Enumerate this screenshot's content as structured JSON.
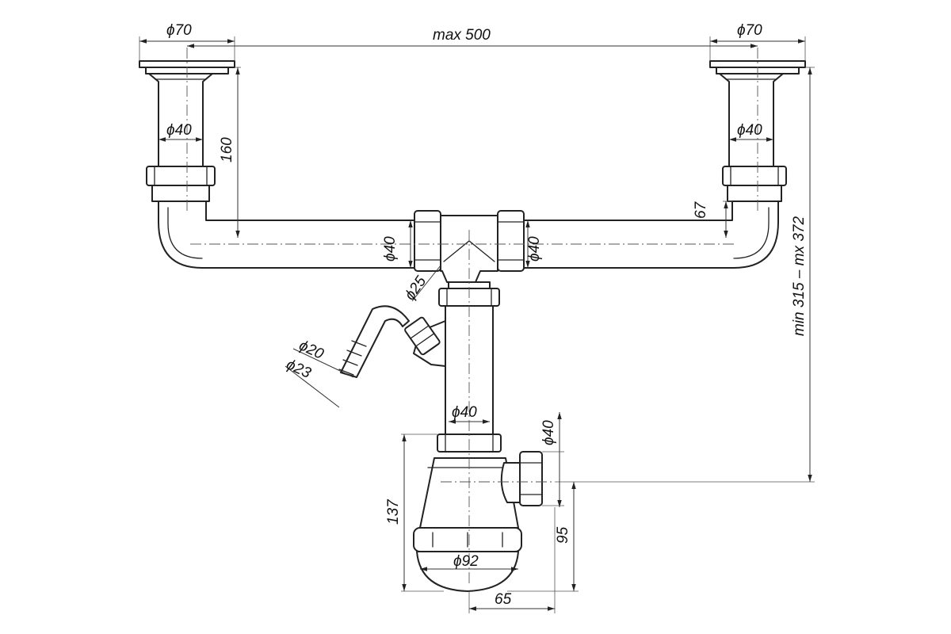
{
  "dimensions": {
    "left_flange_diameter": "ϕ70",
    "right_flange_diameter": "ϕ70",
    "overall_width": "max 500",
    "left_outlet_pipe_diameter": "ϕ40",
    "right_outlet_pipe_diameter": "ϕ40",
    "left_outlet_height": "160",
    "right_outlet_drop": "67",
    "overall_height": "min 315 – mx 372",
    "tee_left_diameter": "ϕ40",
    "tee_right_diameter": "ϕ40",
    "side_branch_diameter": "ϕ25",
    "hose_inner_diameter": "ϕ20",
    "hose_outer_diameter": "ϕ23",
    "vertical_pipe_diameter": "ϕ40",
    "trap_outlet_diameter": "ϕ40",
    "trap_height": "137",
    "trap_outlet_height": "95",
    "trap_body_diameter": "ϕ92",
    "trap_outlet_offset": "65"
  }
}
